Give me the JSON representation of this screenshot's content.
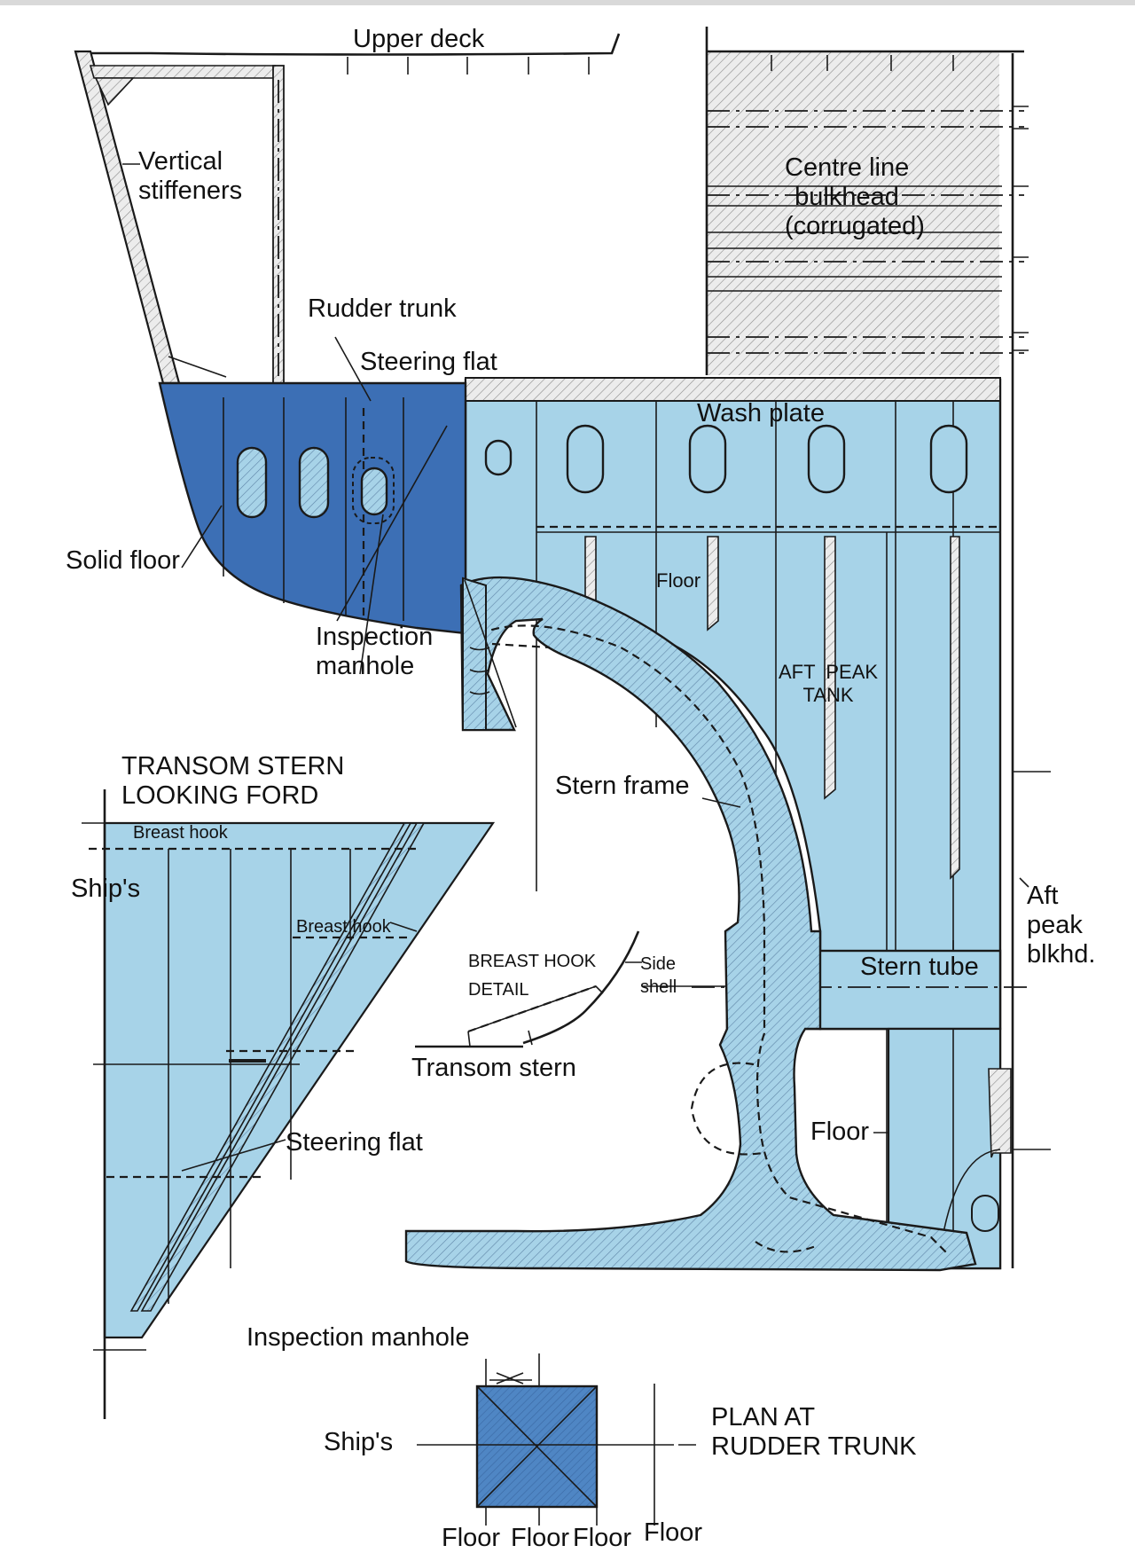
{
  "labels": {
    "upper_deck": "Upper deck",
    "vertical_stiffeners": "Vertical\nstiffeners",
    "rudder_trunk": "Rudder trunk",
    "steering_flat_top": "Steering flat",
    "solid_floor": "Solid floor",
    "inspection_manhole_upper": "Inspection\nmanhole",
    "centre_line_bulkhead": "Centre line\nbulkhead\n(corrugated)",
    "wash_plate": "Wash plate",
    "floor_upper": "Floor",
    "aft_peak_tank": "AFT  PEAK\nTANK",
    "stern_frame": "Stern frame",
    "aft_peak_blkhd": "Aft\npeak\nblkhd.",
    "stern_tube": "Stern tube",
    "floor_lower": "Floor",
    "transom_title": "TRANSOM STERN\nLOOKING FORD",
    "breast_hook_top": "Breast hook",
    "ships_cl_left": "Ship's",
    "breast_hook_mid": "Breast hook",
    "steering_flat_lower": "Steering flat",
    "breast_hook_detail": "BREAST HOOK\nDETAIL",
    "side_shell": "Side\nshell",
    "transom_stern": "Transom stern",
    "inspection_manhole_plan": "Inspection manhole",
    "ships_cl_plan": "Ship's",
    "plan_title": "PLAN AT\nRUDDER TRUNK",
    "floor_plan_1": "Floor",
    "floor_plan_2": "Floor",
    "floor_plan_3": "Floor",
    "floor_plan_4": "Floor"
  },
  "colors": {
    "dark_blue": "#3c6fb5",
    "light_blue": "#a7d3e8",
    "hatch_grey": "#e5e5e5",
    "ink": "#1a1a1a"
  }
}
